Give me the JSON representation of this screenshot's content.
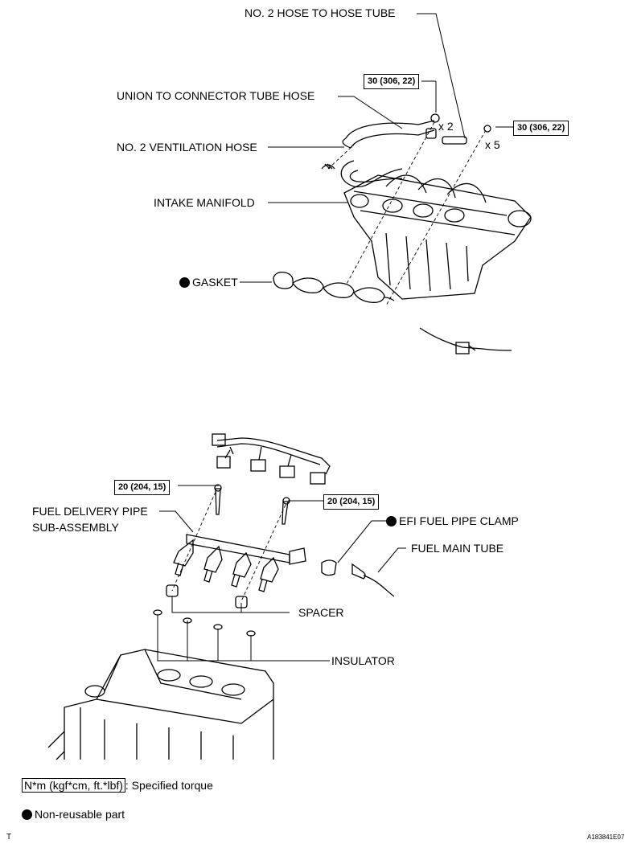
{
  "labels": {
    "no2_hose": "NO. 2 HOSE TO HOSE TUBE",
    "union_hose": "UNION TO CONNECTOR TUBE HOSE",
    "no2_vent": "NO. 2 VENTILATION HOSE",
    "intake": "INTAKE MANIFOLD",
    "gasket": "GASKET",
    "fuel_pipe_1": "FUEL DELIVERY PIPE",
    "fuel_pipe_2": "SUB-ASSEMBLY",
    "efi_clamp": "EFI FUEL PIPE CLAMP",
    "fuel_main": "FUEL MAIN TUBE",
    "spacer": "SPACER",
    "insulator": "INSULATOR"
  },
  "torque": {
    "t30a": "30 (306, 22)",
    "t30b": "30 (306, 22)",
    "t20a": "20 (204, 15)",
    "t20b": "20 (204, 15)"
  },
  "counts": {
    "x2": "x 2",
    "x5": "x 5"
  },
  "legend": {
    "torque_unit": "N*m (kgf*cm, ft.*lbf)",
    "torque_text": ": Specified torque",
    "nonreusable": "Non-reusable part"
  },
  "footer": {
    "left": "T",
    "code": "A183841E07"
  }
}
